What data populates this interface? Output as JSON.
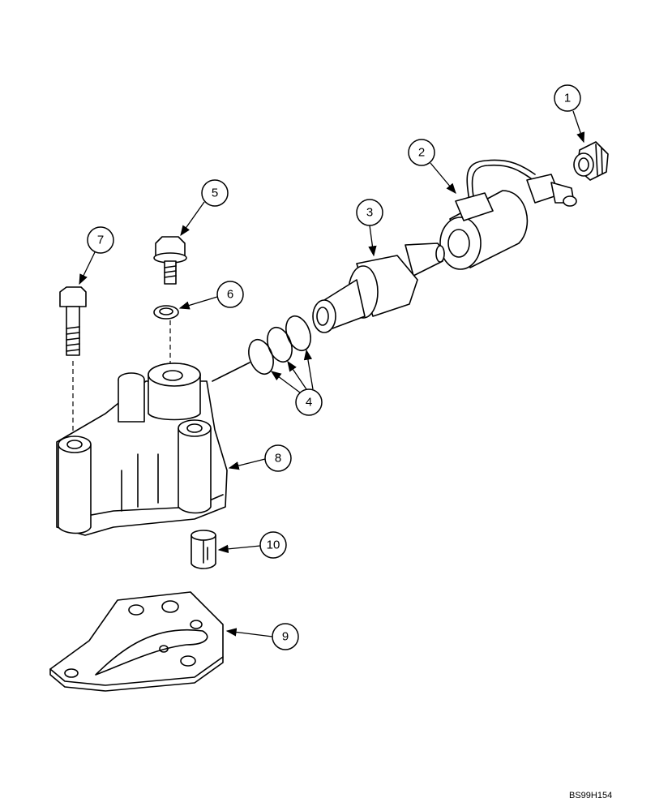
{
  "diagram": {
    "reference_code": "BS99H154",
    "callouts": [
      "1",
      "2",
      "3",
      "4",
      "5",
      "6",
      "7",
      "8",
      "9",
      "10"
    ]
  }
}
